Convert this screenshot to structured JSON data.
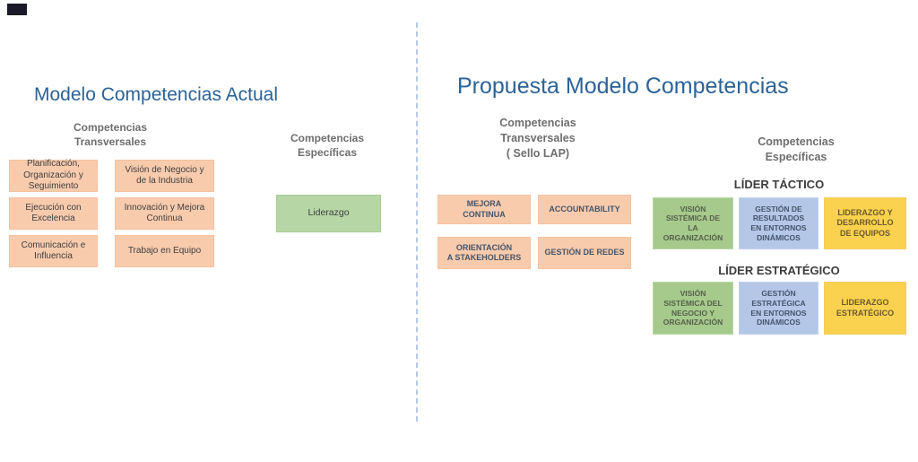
{
  "colors": {
    "title_blue": "#2b6398",
    "header_gray": "#6e6e6e",
    "orange_box": "#f8cbad",
    "green_light_box": "#b6d7a5",
    "green_box": "#a6c98c",
    "blue_box": "#b4c7e7",
    "yellow_box": "#fbd24f",
    "divider_blue": "#b7c9e3",
    "corner_mark": "#1a1a28"
  },
  "left": {
    "title": "Modelo Competencias Actual",
    "transversales": {
      "header": "Competencias\nTransversales",
      "boxes": [
        "Planificación,\nOrganización y\nSeguimiento",
        "Visión de Negocio y\nde la Industria",
        "Ejecución con\nExcelencia",
        "Innovación y Mejora\nContinua",
        "Comunicación e\nInfluencia",
        "Trabajo en Equipo"
      ]
    },
    "especificas": {
      "header": "Competencias\nEspecíficas",
      "boxes": [
        "Liderazgo"
      ]
    }
  },
  "right": {
    "title": "Propuesta Modelo Competencias",
    "transversales": {
      "header": "Competencias\nTransversales\n( Sello LAP)",
      "boxes": [
        "MEJORA\nCONTINUA",
        "ACCOUNTABILITY",
        "ORIENTACIÓN\nA STAKEHOLDERS",
        "GESTIÓN DE REDES"
      ]
    },
    "especificas": {
      "header": "Competencias\nEspecíficas",
      "tactico": {
        "label": "LÍDER TÁCTICO",
        "boxes": [
          {
            "text": "VISIÓN\nSISTÉMICA DE\nLA\nORGANIZACIÓN",
            "color": "green"
          },
          {
            "text": "GESTIÓN DE\nRESULTADOS\nEN ENTORNOS\nDINÁMICOS",
            "color": "blue"
          },
          {
            "text": "LIDERAZGO Y\nDESARROLLO\nDE EQUIPOS",
            "color": "yellow"
          }
        ]
      },
      "estrategico": {
        "label": "LÍDER ESTRATÉGICO",
        "boxes": [
          {
            "text": "VISIÓN\nSISTÉMICA DEL\nNEGOCIO Y\nORGANIZACIÓN",
            "color": "green"
          },
          {
            "text": "GESTIÓN\nESTRATÉGICA\nEN ENTORNOS\nDINÁMICOS",
            "color": "blue"
          },
          {
            "text": "LIDERAZGO\nESTRATÉGICO",
            "color": "yellow"
          }
        ]
      }
    }
  }
}
